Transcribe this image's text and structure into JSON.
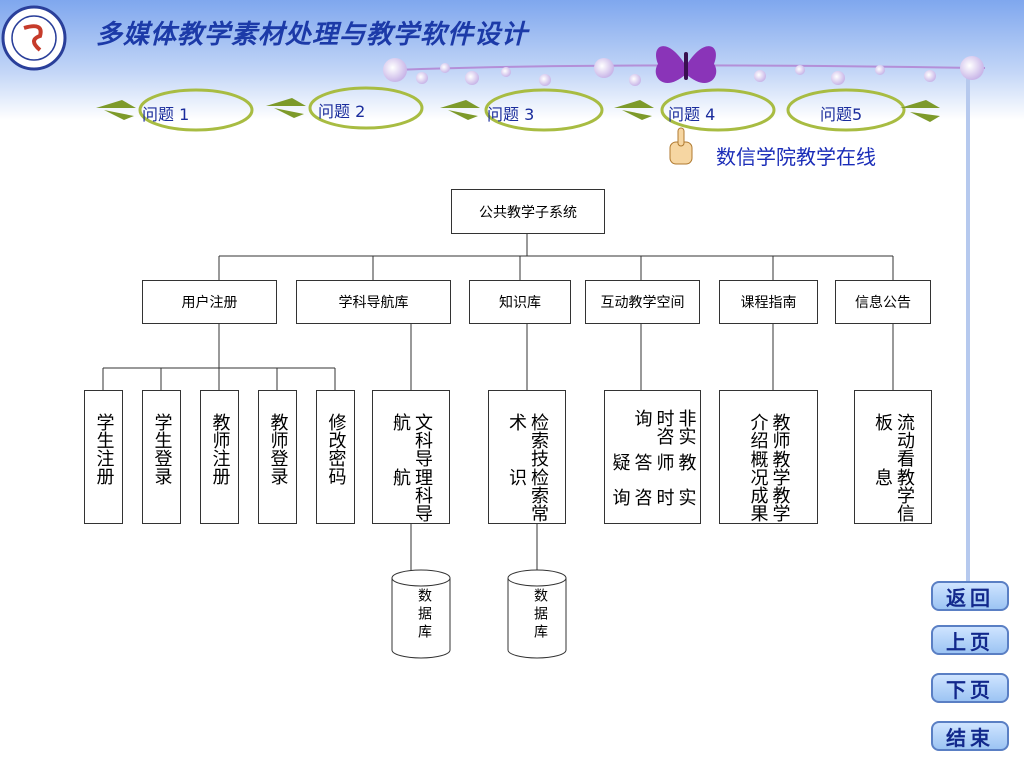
{
  "header": {
    "title": "多媒体教学素材处理与教学软件设计"
  },
  "questions": [
    {
      "label": "问题 1"
    },
    {
      "label": "问题 2"
    },
    {
      "label": "问题 3"
    },
    {
      "label": "问题 4"
    },
    {
      "label": "问题5"
    }
  ],
  "subtitle": "数信学院教学在线",
  "diagram": {
    "root": "公共教学子系统",
    "modules": [
      "用户注册",
      "学科导航库",
      "知识库",
      "互动教学空间",
      "课程指南",
      "信息公告"
    ],
    "leaves": {
      "user": [
        "学生注册",
        "学生登录",
        "教师注册",
        "教师登录",
        "修改密码"
      ],
      "nav": [
        "文科导航",
        "理科导航"
      ],
      "knowledge": [
        "检索技术",
        "检索常识"
      ],
      "interactive": [
        "非实时咨询",
        "教师答疑",
        "实时咨询"
      ],
      "course": [
        "教师介绍",
        "教学概况",
        "教学成果"
      ],
      "notice": [
        "流动看板",
        "教学信息"
      ]
    },
    "db_label": "数据库"
  },
  "nav_buttons": {
    "back": "返回",
    "prev": "上页",
    "next": "下页",
    "end": "结束"
  },
  "colors": {
    "title": "#1c3aa8",
    "header_gradient_top": "#7fa7ee",
    "nav_button": "#9cc4f3"
  },
  "icons": [
    "school-logo-icon",
    "butterfly-icon",
    "leaf-sprig-icon",
    "pointing-hand-icon",
    "bubble-vine-icon"
  ]
}
